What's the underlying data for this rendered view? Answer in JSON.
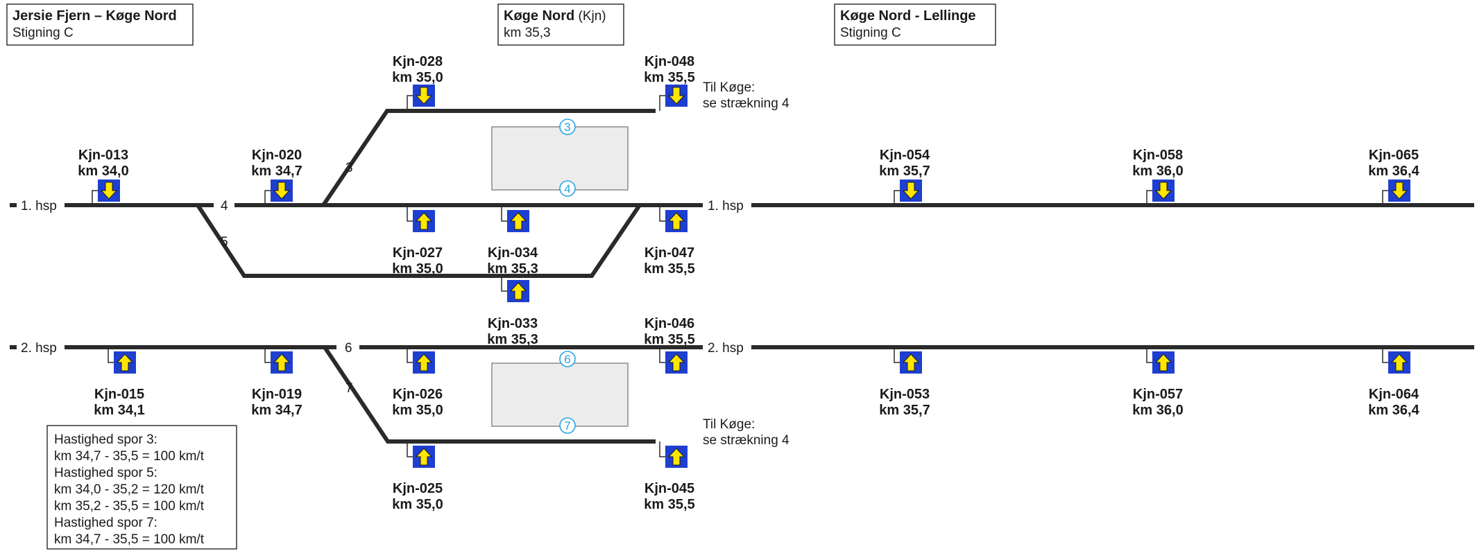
{
  "header_boxes": {
    "left": {
      "title": "Jersie Fjern – Køge Nord",
      "subtitle": "Stigning C"
    },
    "center": {
      "title": "Køge Nord",
      "title_suffix": " (Kjn)",
      "subtitle": "km 35,3"
    },
    "right": {
      "title": "Køge Nord - Lellinge",
      "subtitle": "Stigning C"
    }
  },
  "track_labels": {
    "hsp1_left": "1. hsp",
    "hsp1_right": "1. hsp",
    "hsp2_left": "2. hsp",
    "hsp2_right": "2. hsp"
  },
  "track_numbers": {
    "t3": "3",
    "t4": "4",
    "t5": "5",
    "t6": "6",
    "t7": "7"
  },
  "platform_tracks": [
    "3",
    "4",
    "6",
    "7"
  ],
  "notes": {
    "upper_line1": "Til Køge:",
    "upper_line2": "se strækning 4",
    "lower_line1": "Til Køge:",
    "lower_line2": "se strækning 4"
  },
  "signals": [
    {
      "id": "Kjn-013",
      "km": "km 34,0",
      "direction": "down"
    },
    {
      "id": "Kjn-020",
      "km": "km 34,7",
      "direction": "down"
    },
    {
      "id": "Kjn-028",
      "km": "km 35,0",
      "direction": "down"
    },
    {
      "id": "Kjn-048",
      "km": "km 35,5",
      "direction": "down"
    },
    {
      "id": "Kjn-027",
      "km": "km 35,0",
      "direction": "up"
    },
    {
      "id": "Kjn-034",
      "km": "km 35,3",
      "direction": "up"
    },
    {
      "id": "Kjn-047",
      "km": "km 35,5",
      "direction": "up"
    },
    {
      "id": "Kjn-033",
      "km": "km 35,3",
      "direction": "up"
    },
    {
      "id": "Kjn-046",
      "km": "km 35,5",
      "direction": "up"
    },
    {
      "id": "Kjn-054",
      "km": "km 35,7",
      "direction": "down"
    },
    {
      "id": "Kjn-058",
      "km": "km 36,0",
      "direction": "down"
    },
    {
      "id": "Kjn-065",
      "km": "km 36,4",
      "direction": "down"
    },
    {
      "id": "Kjn-015",
      "km": "km 34,1",
      "direction": "up"
    },
    {
      "id": "Kjn-019",
      "km": "km 34,7",
      "direction": "up"
    },
    {
      "id": "Kjn-026",
      "km": "km 35,0",
      "direction": "up"
    },
    {
      "id": "Kjn-025",
      "km": "km 35,0",
      "direction": "up"
    },
    {
      "id": "Kjn-045",
      "km": "km 35,5",
      "direction": "up"
    },
    {
      "id": "Kjn-053",
      "km": "km 35,7",
      "direction": "up"
    },
    {
      "id": "Kjn-057",
      "km": "km 36,0",
      "direction": "up"
    },
    {
      "id": "Kjn-064",
      "km": "km 36,4",
      "direction": "up"
    }
  ],
  "speed_box": {
    "lines": [
      "Hastighed spor 3:",
      "km 34,7 - 35,5 = 100 km/t",
      "Hastighed spor 5:",
      "km 34,0 - 35,2 = 120 km/t",
      "km 35,2 - 35,5 = 100 km/t",
      "Hastighed spor 7:",
      "km 34,7 - 35,5 = 100 km/t"
    ]
  },
  "colors": {
    "signal_background": "#1e3fd0",
    "signal_arrow": "#ffe600",
    "platform_number": "#2aa3e0",
    "platform_fill": "#ececec",
    "track": "#2a2a2a"
  }
}
